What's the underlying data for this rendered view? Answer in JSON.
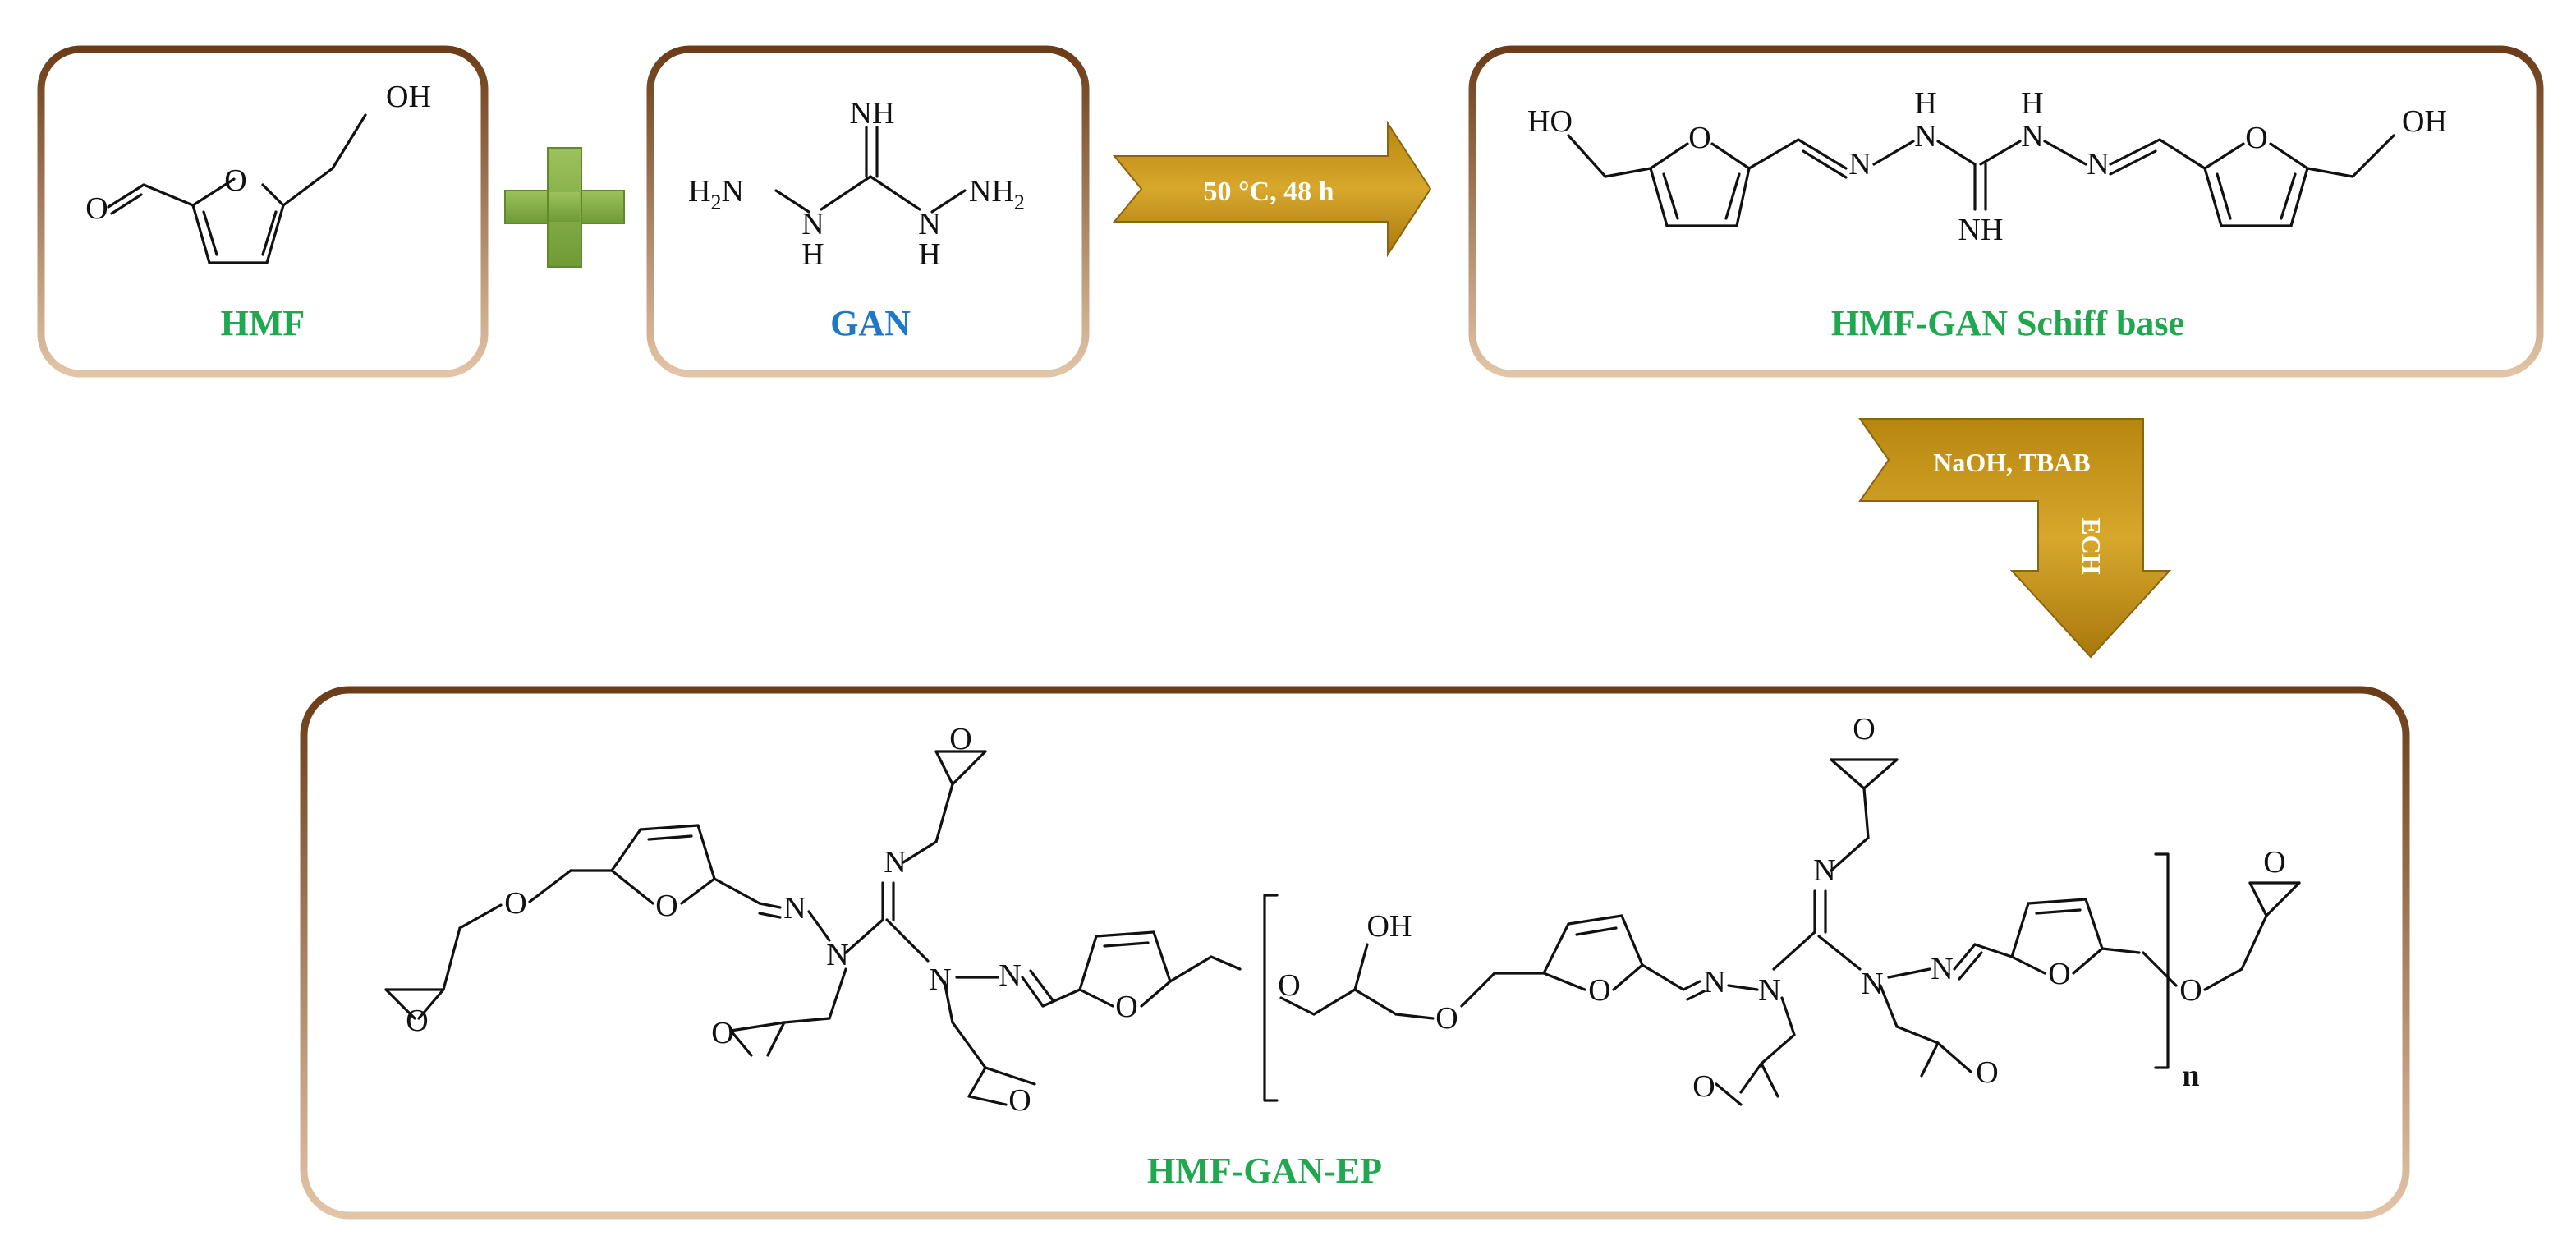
{
  "colors": {
    "green_label": "#1fa84f",
    "blue_label": "#1f77c8",
    "box_border_dark": "#6b3c18",
    "box_border_light": "#c9a07c",
    "arrow_gold": "#c9961b",
    "plus_green": "#86b04a"
  },
  "reactants": {
    "hmf": {
      "label": "HMF",
      "atoms": {
        "o_ring": "O",
        "o_carbonyl": "O",
        "oh": "OH"
      }
    },
    "gan": {
      "label": "GAN",
      "atoms": {
        "nh_top": "NH",
        "h2n": "H",
        "h2n_sub": "2",
        "h2n_n": "N",
        "nh_left_n": "N",
        "nh_left_h": "H",
        "nh_right_n": "N",
        "nh_right_h": "H",
        "nh2": "NH",
        "nh2_sub": "2"
      }
    }
  },
  "plus_icon": "plus-icon",
  "step1": {
    "conditions": "50 °C, 48 h"
  },
  "product1": {
    "label": "HMF-GAN Schiff base",
    "atoms": {
      "ho": "HO",
      "oh": "OH",
      "o": "O",
      "n": "N",
      "h": "H",
      "nh": "NH"
    }
  },
  "step2": {
    "reagents": "NaOH, TBAB",
    "solvent": "ECH"
  },
  "product2": {
    "label": "HMF-GAN-EP",
    "atoms": {
      "o": "O",
      "n": "N",
      "oh": "OH",
      "repeat": "n"
    }
  }
}
